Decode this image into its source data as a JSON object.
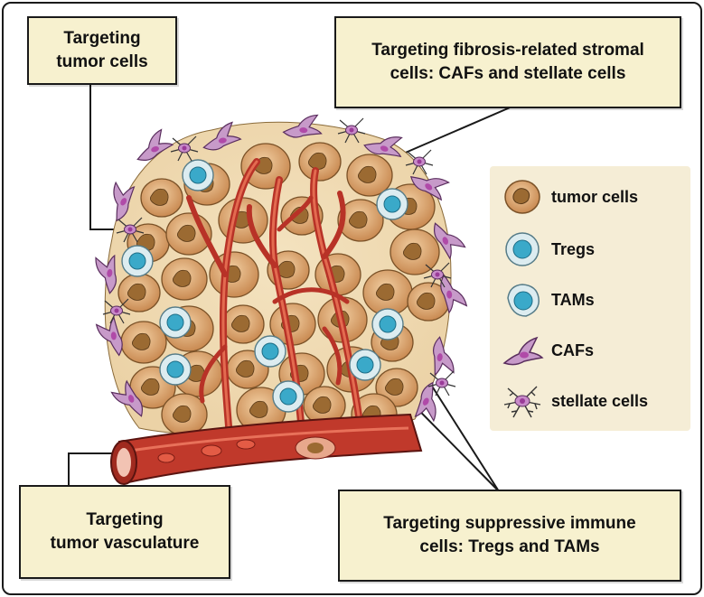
{
  "labels": {
    "tumor_cells_target": [
      "Targeting",
      "tumor cells"
    ],
    "stromal_target": [
      "Targeting fibrosis-related stromal",
      "cells: CAFs and stellate cells"
    ],
    "vasculature_target": [
      "Targeting",
      "tumor vasculature"
    ],
    "immune_target": [
      "Targeting suppressive immune",
      "cells: Tregs and TAMs"
    ]
  },
  "legend": [
    {
      "icon": "tumor-cell-icon",
      "label": "tumor cells"
    },
    {
      "icon": "treg-cell-icon",
      "label": "Tregs"
    },
    {
      "icon": "tam-cell-icon",
      "label": "TAMs"
    },
    {
      "icon": "caf-cell-icon",
      "label": "CAFs"
    },
    {
      "icon": "stellate-cell-icon",
      "label": "stellate cells"
    }
  ],
  "colors": {
    "box_fill": "#f7f1cf",
    "legend_fill": "#f5edd6",
    "tumor": "#d8a06c",
    "tumor_nucleus": "#9b6a32",
    "treg_ring": "#cde7ef",
    "treg_nucleus": "#3aa9c9",
    "vessel": "#c0392b",
    "caf": "#b07ab7"
  }
}
